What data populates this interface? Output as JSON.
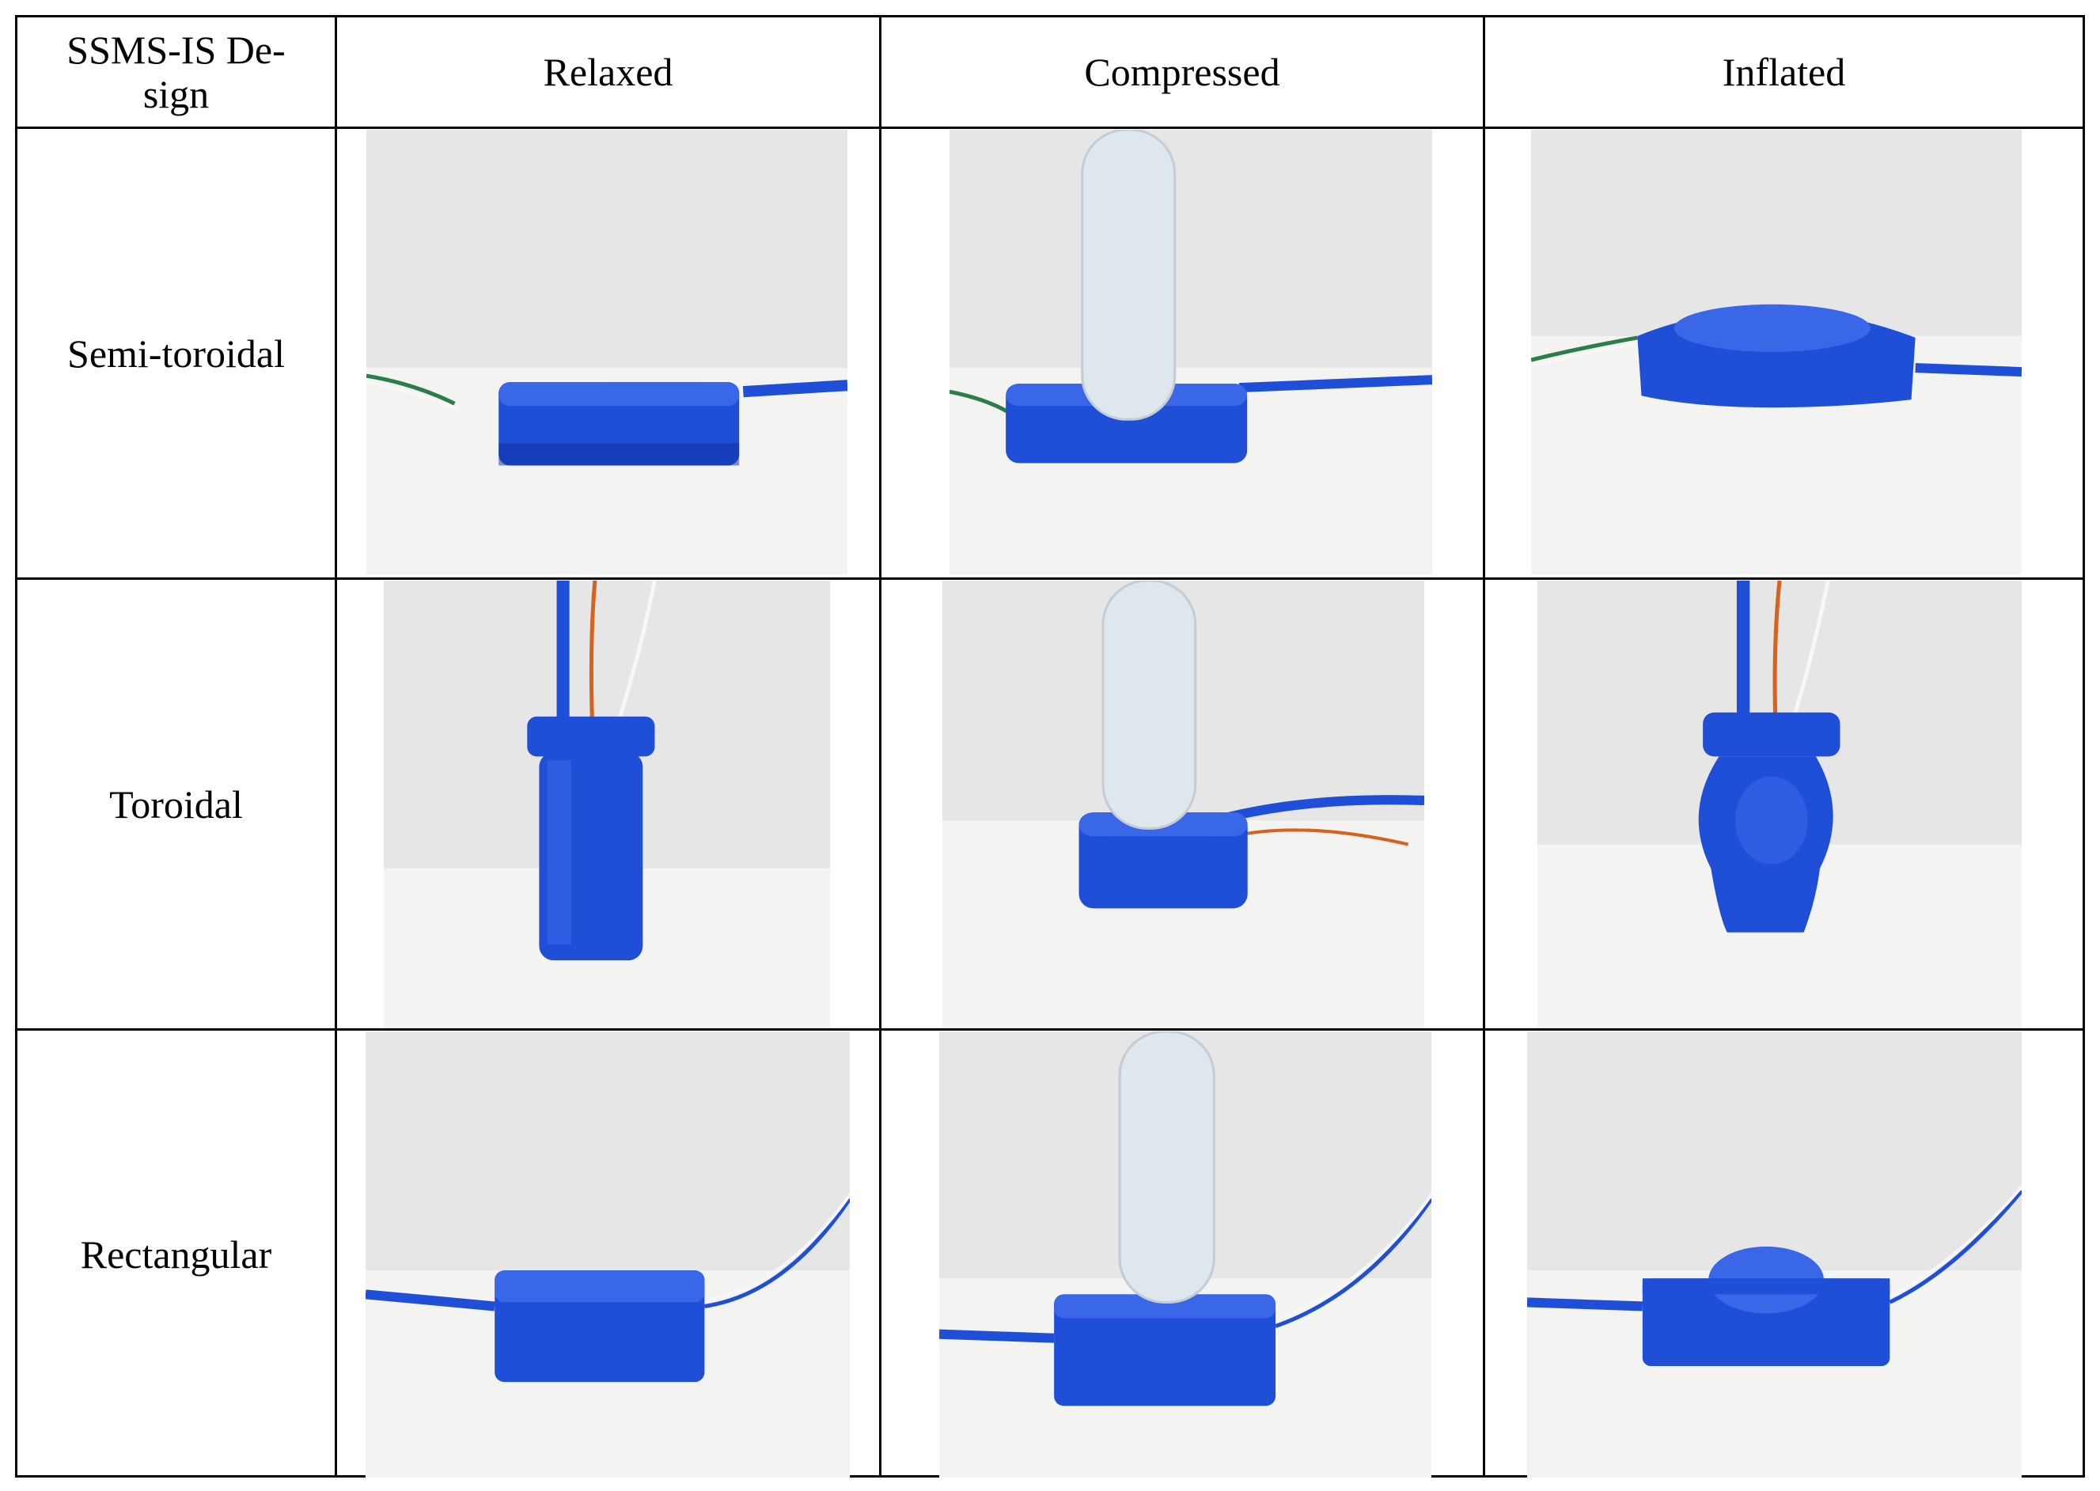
{
  "table": {
    "corner_header": "SSMS-IS De-\nsign",
    "columns": [
      "Relaxed",
      "Compressed",
      "Inflated"
    ],
    "rows": [
      {
        "label": "Semi-toroidal"
      },
      {
        "label": "Toroidal"
      },
      {
        "label": "Rectangular"
      }
    ]
  },
  "colors": {
    "sensor_blue": "#1f4fd6",
    "sensor_blue_dark": "#0f2e9e",
    "wall": "#e9e9e9",
    "table_surface": "#f4f4f2",
    "glass_tube": "#dfe7ee",
    "wire_orange": "#d7621e",
    "wire_green": "#2b7d4a",
    "wire_white": "#f7f7f7"
  }
}
